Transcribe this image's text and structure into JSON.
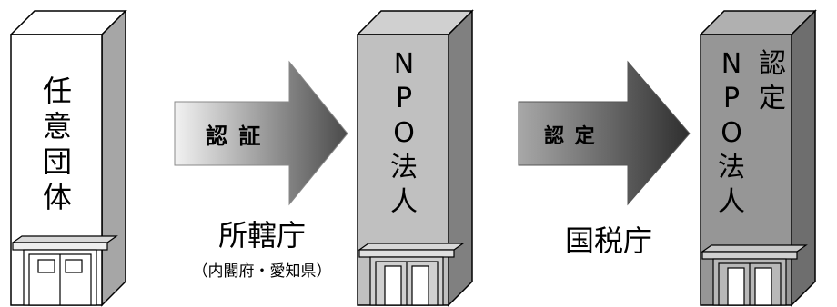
{
  "buildings": [
    {
      "name": "voluntary-group",
      "chars": [
        "任",
        "意",
        "団",
        "体"
      ]
    },
    {
      "name": "npo-corporation",
      "chars": [
        "N",
        "P",
        "O",
        "法",
        "人"
      ]
    },
    {
      "name": "certified-npo",
      "left_chars": [
        "N",
        "P",
        "O",
        "法",
        "人"
      ],
      "right_chars": [
        "認",
        "定"
      ]
    }
  ],
  "arrows": [
    {
      "label": "認 証",
      "caption": "所轄庁",
      "subcaption": "（内閣府・愛知県）"
    },
    {
      "label": "認 定",
      "caption": "国税庁"
    }
  ],
  "colors": {
    "building1_front": "#ffffff",
    "building2_front": "#c0c0c0",
    "building3_front": "#969696",
    "arrow_light": "#f0f0f0",
    "arrow_dark": "#3a3a3a"
  }
}
